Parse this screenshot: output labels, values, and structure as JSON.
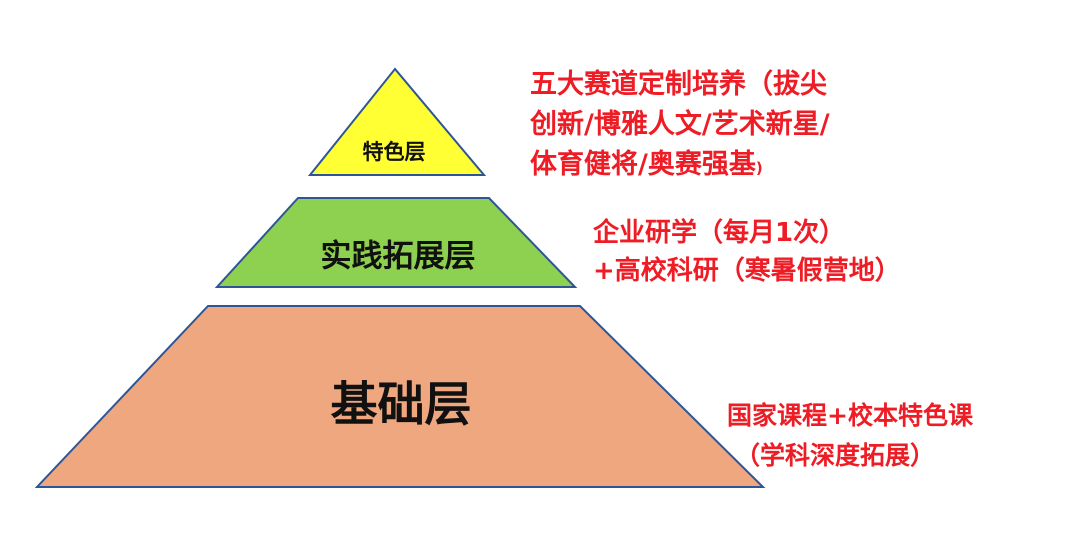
{
  "pyramid": {
    "layers": [
      {
        "label": "特色层",
        "fill": "#ffff33",
        "notes": [
          "五大赛道定制培养（拔尖",
          "创新/博雅人文/艺术新星/",
          "体育健将/奥赛强基",
          ")"
        ]
      },
      {
        "label": "实践拓展层",
        "fill": "#8ed04f",
        "notes": [
          "企业研学（每月1次）",
          "+高校科研（寒暑假营地）"
        ]
      },
      {
        "label": "基础层",
        "fill": "#eea77f",
        "notes": [
          "国家课程+校本特色课",
          "（学科深度拓展）"
        ]
      }
    ],
    "outline_color": "#2e5597",
    "note_color": "#ee1c25"
  }
}
